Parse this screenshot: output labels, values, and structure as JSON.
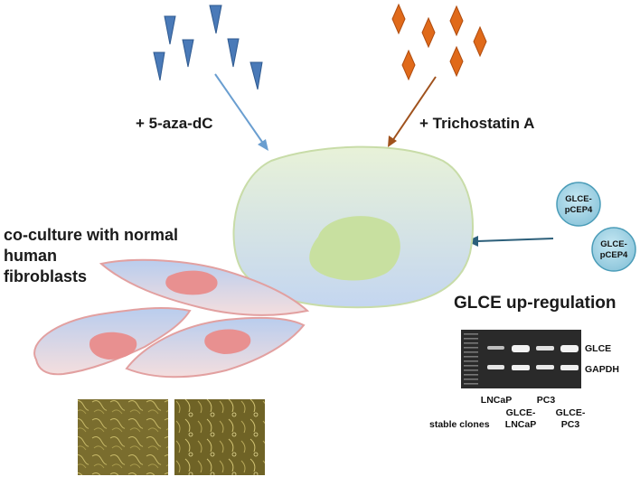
{
  "labels": {
    "aza": "+ 5-aza-dC",
    "tsa": "+ Trichostatin A",
    "coculture": [
      "co-culture with normal",
      "human",
      "fibroblasts"
    ],
    "upregulation": "GLCE up-regulation",
    "plasmid": [
      "GLCE-",
      "pCEP4"
    ]
  },
  "gel": {
    "band_labels": [
      "GLCE",
      "GAPDH"
    ],
    "lanes_top": [
      "LNCaP",
      "PC3"
    ],
    "lanes_bottom": [
      [
        "GLCE-",
        "LNCaP"
      ],
      [
        "GLCE-",
        "PC3"
      ]
    ],
    "row_label": "stable clones"
  },
  "colors": {
    "aza_triangle": "#4a7ab8",
    "tsa_diamond": "#e06a1a",
    "aza_arrow": "#6a9ed0",
    "tsa_arrow": "#a0521d",
    "plasmid_arrow": "#2c5f7a",
    "cell_top": "#e8f2d8",
    "cell_bottom": "#c4d6f0",
    "nucleus": "#c8e0a0",
    "fibroblast_nucleus": "#e89090",
    "plasmid_fill": "#b0dcea"
  }
}
